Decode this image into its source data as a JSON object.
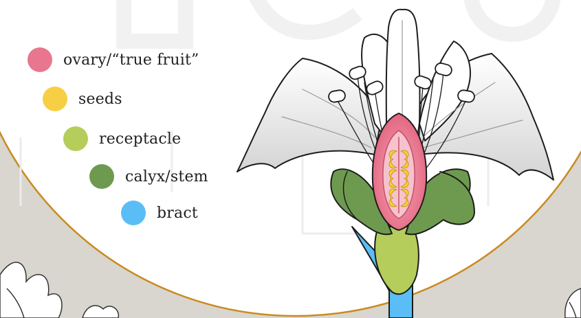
{
  "legend": {
    "items": [
      {
        "key": "ovary",
        "label": "ovary/“true fruit”",
        "color": "#e8768e"
      },
      {
        "key": "seeds",
        "label": "seeds",
        "color": "#f7cf44"
      },
      {
        "key": "receptacle",
        "label": "receptacle",
        "color": "#b5cd5b"
      },
      {
        "key": "calyx",
        "label": "calyx/stem",
        "color": "#6e9a4f"
      },
      {
        "key": "bract",
        "label": "bract",
        "color": "#5bbdf5"
      }
    ]
  },
  "colors": {
    "background_beige": "#d9d5cf",
    "circle_fill": "#ffffff",
    "circle_ring": "#c98a1e",
    "petal_fill": "#ffffff",
    "petal_shade": "#d6d6d6",
    "outline": "#1c1c1c"
  },
  "icons": [
    "lily-flower-icon",
    "background-flower-icon"
  ]
}
